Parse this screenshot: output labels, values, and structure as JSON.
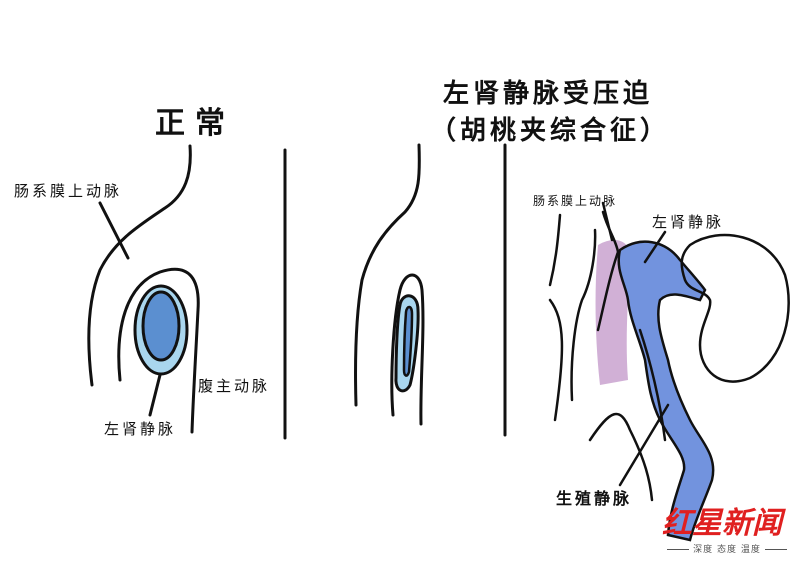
{
  "panels": {
    "normal": {
      "title": "正常",
      "labels": {
        "sma": "肠系膜上动脉",
        "aorta": "腹主动脉",
        "lrv": "左肾静脉"
      }
    },
    "compressed": {
      "title_line1": "左肾静脉受压迫",
      "title_line2": "（胡桃夹综合征）"
    },
    "anatomy": {
      "labels": {
        "sma": "肠系膜上动脉",
        "lrv": "左肾静脉",
        "gonadal": "生殖静脉"
      }
    }
  },
  "colors": {
    "vein_dark": "#5b8fd0",
    "vein_light": "#a9d6ee",
    "vein_flow": "#7293de",
    "artery": "#c9a2cf",
    "stroke": "#111111",
    "logo_red": "#e02020"
  },
  "watermark": {
    "brand": "红星新闻",
    "slogan": "深度 态度 温度"
  }
}
